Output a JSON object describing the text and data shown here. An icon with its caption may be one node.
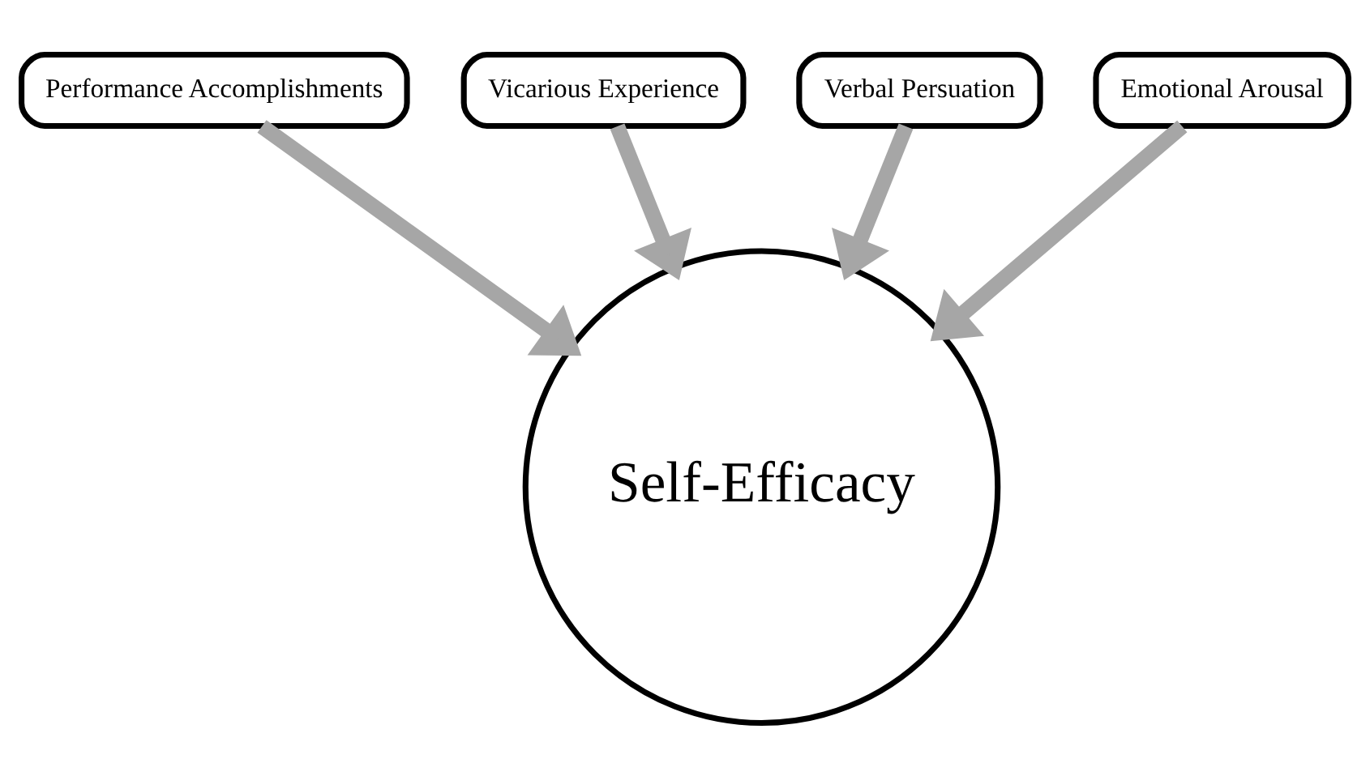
{
  "diagram": {
    "nodes": [
      {
        "text": [
          "Performance Accomplishments"
        ]
      },
      {
        "text": [
          "Vicarious Experience"
        ]
      },
      {
        "text": [
          "Verbal Persuation"
        ]
      },
      {
        "text": [
          "Emotional Arousal"
        ]
      },
      {
        "text": [
          "Self-Efficacy"
        ]
      }
    ],
    "edges": [
      {
        "from": 0,
        "to": 4,
        "arrow": "to"
      },
      {
        "from": 1,
        "to": 4,
        "arrow": "to"
      },
      {
        "from": 2,
        "to": 4,
        "arrow": "to"
      },
      {
        "from": 3,
        "to": 4,
        "arrow": "to"
      }
    ]
  }
}
